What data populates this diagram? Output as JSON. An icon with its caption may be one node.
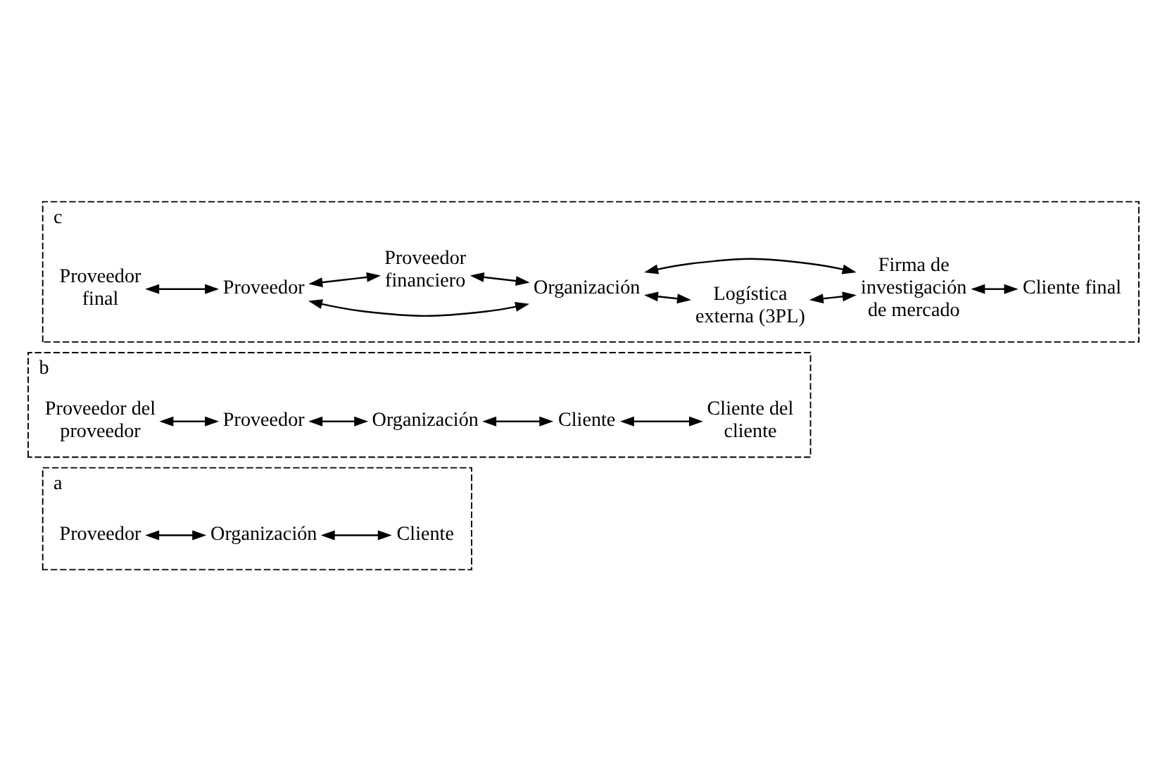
{
  "diagram": {
    "nodes": [
      {
        "text": [
          "a"
        ]
      },
      {
        "text": [
          "Proveedor"
        ],
        "in": 0
      },
      {
        "text": [
          "Organización"
        ],
        "in": 0
      },
      {
        "text": [
          "Cliente"
        ],
        "in": 0
      },
      {
        "text": [
          "b"
        ]
      },
      {
        "text": [
          "Proveedor del proveedor"
        ],
        "in": 4
      },
      {
        "text": [
          "Proveedor"
        ],
        "in": 4
      },
      {
        "text": [
          "Organización"
        ],
        "in": 4
      },
      {
        "text": [
          "Cliente"
        ],
        "in": 4
      },
      {
        "text": [
          "Cliente del cliente"
        ],
        "in": 4
      },
      {
        "text": [
          "c"
        ]
      },
      {
        "text": [
          "Logística externa (3PL)"
        ],
        "in": 10
      },
      {
        "text": [
          "Proveedor final"
        ],
        "in": 10
      },
      {
        "text": [
          "Proveedor"
        ],
        "in": 10
      },
      {
        "text": [
          "Organización"
        ],
        "in": 10
      },
      {
        "text": [
          "Firma de investigación de mercado"
        ],
        "in": 10
      },
      {
        "text": [
          "Cliente final"
        ],
        "in": 10
      },
      {
        "text": [
          "Proveedor financiero"
        ],
        "in": 10
      }
    ],
    "edges": [
      {
        "from": 1,
        "to": 2,
        "arrow": "both"
      },
      {
        "from": 2,
        "to": 3,
        "arrow": "both"
      },
      {
        "from": 5,
        "to": 6,
        "arrow": "both"
      },
      {
        "from": 6,
        "to": 7,
        "arrow": "both"
      },
      {
        "from": 7,
        "to": 8,
        "arrow": "both"
      },
      {
        "from": 8,
        "to": 9,
        "arrow": "both"
      },
      {
        "from": 14,
        "to": 11,
        "arrow": "both"
      },
      {
        "from": 11,
        "to": 15,
        "arrow": "both"
      },
      {
        "from": 12,
        "to": 13,
        "arrow": "both"
      },
      {
        "from": 13,
        "to": 14,
        "arrow": "both"
      },
      {
        "from": 14,
        "to": 15,
        "arrow": "both"
      },
      {
        "from": 15,
        "to": 16,
        "arrow": "both"
      },
      {
        "from": 13,
        "to": 17,
        "arrow": "both"
      },
      {
        "from": 17,
        "to": 14,
        "arrow": "both"
      }
    ]
  }
}
